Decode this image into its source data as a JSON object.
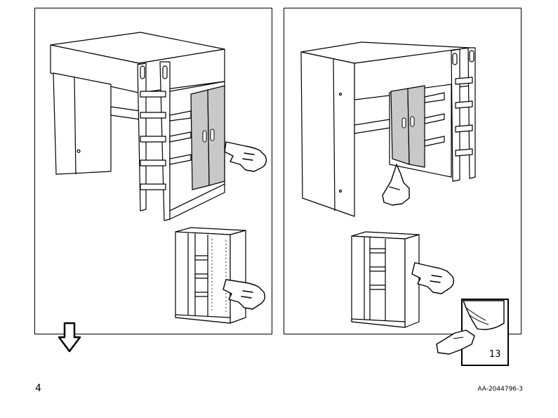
{
  "page": {
    "page_number": "4",
    "document_code": "AA-2044796-3"
  },
  "page_turn": {
    "next_page_number": "13"
  },
  "icons": {
    "down_arrow": "down-arrow-icon",
    "pointing_hand": "pointing-hand-icon",
    "page_turn": "page-turn-icon"
  }
}
